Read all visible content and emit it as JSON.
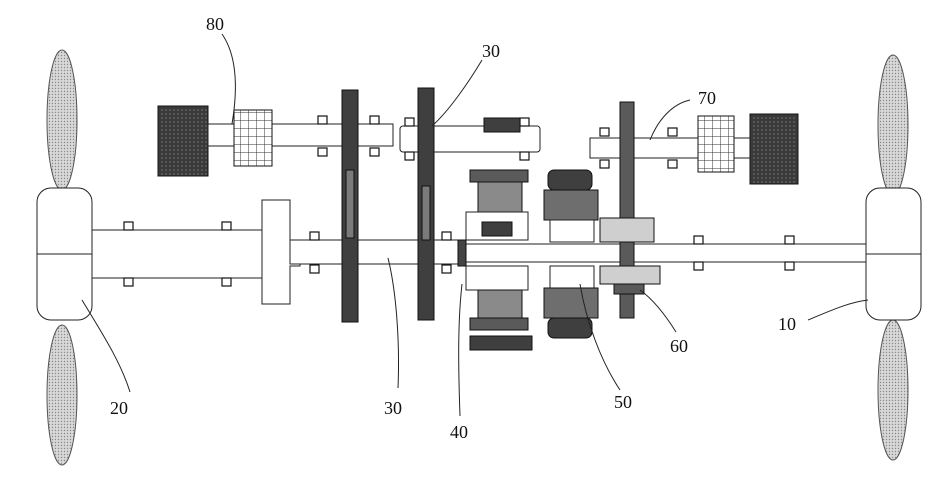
{
  "labels": {
    "l80": "80",
    "l30_top": "30",
    "l70": "70",
    "l20": "20",
    "l30_bottom": "30",
    "l40": "40",
    "l50": "50",
    "l60": "60",
    "l10": "10"
  }
}
